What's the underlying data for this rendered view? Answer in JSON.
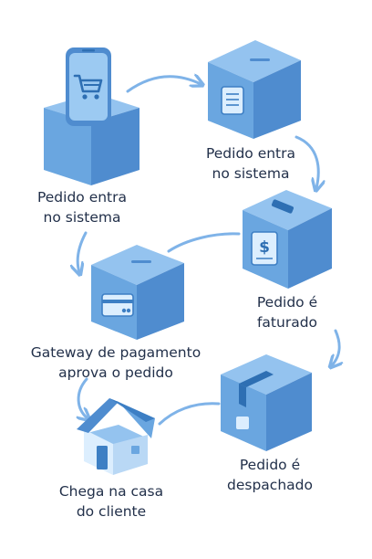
{
  "steps": [
    {
      "id": "step-1",
      "lines": [
        "Pedido entra",
        "no sistema"
      ],
      "icon": "shopping-cart-phone-icon"
    },
    {
      "id": "step-2",
      "lines": [
        "Pedido entra",
        "no sistema"
      ],
      "icon": "document-icon"
    },
    {
      "id": "step-3",
      "lines": [
        "Pedido é",
        "faturado"
      ],
      "icon": "receipt-dollar-icon"
    },
    {
      "id": "step-4",
      "lines": [
        "Gateway de pagamento",
        "aprova o pedido"
      ],
      "icon": "credit-card-icon"
    },
    {
      "id": "step-5",
      "lines": [
        "Pedido é",
        "despachado"
      ],
      "icon": "sealed-box-icon"
    },
    {
      "id": "step-6",
      "lines": [
        "Chega na casa",
        "do cliente"
      ],
      "icon": "house-icon"
    }
  ],
  "colors": {
    "box_front": "#6aa6e0",
    "box_side": "#4f8ccf",
    "box_top": "#94c3ef",
    "arrow": "#7fb3e8",
    "text": "#22304a"
  }
}
